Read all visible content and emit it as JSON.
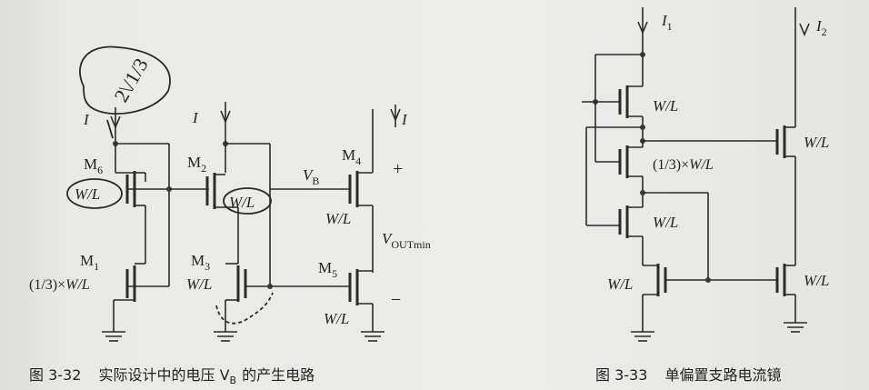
{
  "figure1": {
    "caption_number": "图 3-32",
    "caption_text": "实际设计中的电压 V",
    "caption_sub": "B",
    "caption_tail": "的产生电路",
    "current_label": "I",
    "m6_label": "M",
    "m6_sub": "6",
    "m2_label": "M",
    "m2_sub": "2",
    "m4_label": "M",
    "m4_sub": "4",
    "m1_label": "M",
    "m1_sub": "1",
    "m3_label": "M",
    "m3_sub": "3",
    "m5_label": "M",
    "m5_sub": "5",
    "vb_label": "V",
    "vb_sub": "B",
    "vout_label": "V",
    "vout_sub": "OUTmin",
    "plus": "+",
    "minus": "−",
    "wl": "W/L",
    "third_wl_prefix": "(1/3)×",
    "handwriting": "2\\/1/3"
  },
  "figure2": {
    "caption_number": "图 3-33",
    "caption_text": "单偏置支路电流镜",
    "i1_label": "I",
    "i1_sub": "1",
    "i2_label": "I",
    "i2_sub": "2",
    "wl": "W/L",
    "third_wl_prefix": "(1/3)×"
  }
}
